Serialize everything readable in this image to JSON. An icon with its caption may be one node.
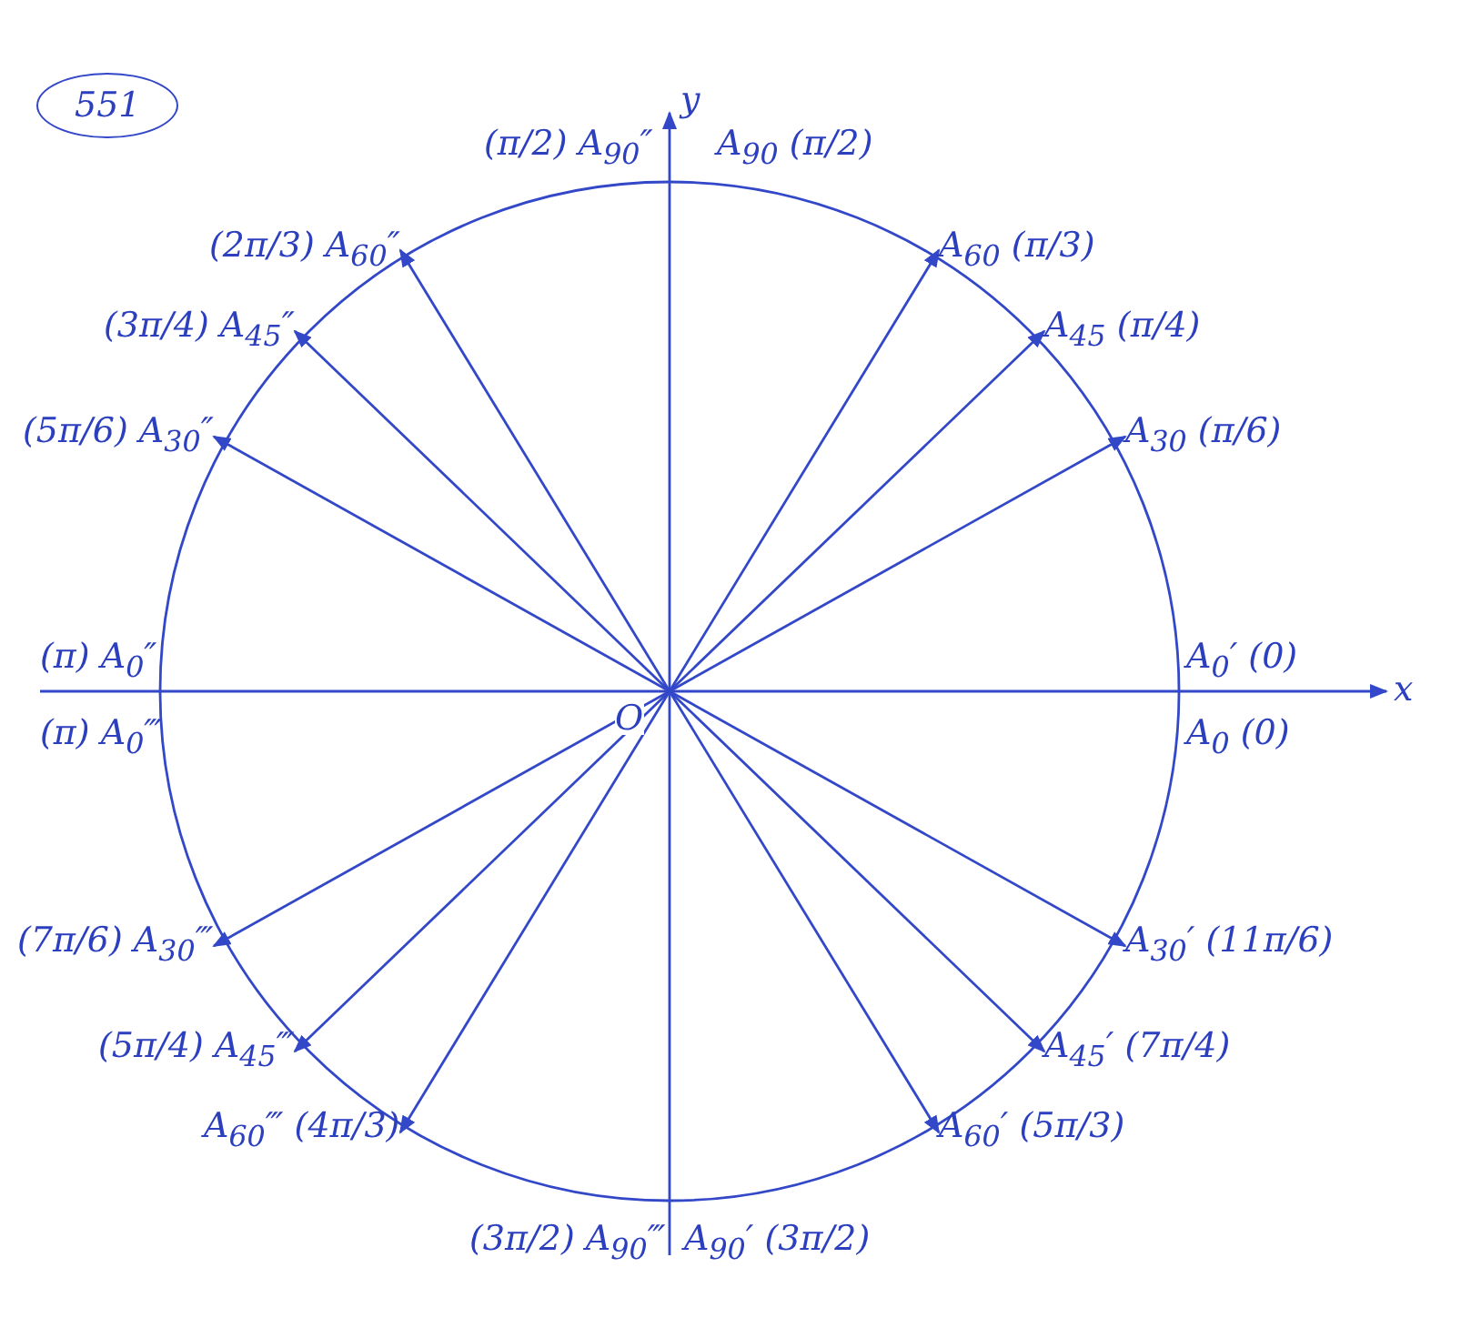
{
  "diagram": {
    "nodes": [
      {
        "text": [
          "551"
        ]
      },
      {
        "text": [
          "(2π/3) A$_{60}$″"
        ]
      },
      {
        "text": [
          "A$_{60}$ (π/3)"
        ]
      },
      {
        "text": [
          "(3π/4) A$_{45}$″"
        ]
      },
      {
        "text": [
          "A$_{45}$ (π/4)"
        ]
      },
      {
        "text": [
          "(5π/6) A$_{30}$″"
        ]
      },
      {
        "text": [
          "A$_{30}$ (π/6)"
        ]
      },
      {
        "text": [
          "O"
        ]
      },
      {
        "text": [
          "(7π/6) A$_{30}$‴"
        ]
      },
      {
        "text": [
          "A$_{30}$′ (11π/6)"
        ]
      },
      {
        "text": [
          "(5π/4) A$_{45}$‴"
        ]
      },
      {
        "text": [
          "A$_{45}$′ (7π/4)"
        ]
      },
      {
        "text": [
          "A$_{60}$‴ (4π/3)"
        ]
      },
      {
        "text": [
          "A$_{60}$′ (5π/3)"
        ]
      }
    ],
    "edges": [
      {
        "from": 7,
        "to": 1,
        "arrow": "to"
      },
      {
        "from": 7,
        "to": 2,
        "arrow": "to"
      },
      {
        "from": 7,
        "to": 3,
        "arrow": "to"
      },
      {
        "from": 7,
        "to": 4,
        "arrow": "to"
      },
      {
        "from": 7,
        "to": 5,
        "arrow": "to"
      },
      {
        "from": 7,
        "to": 6,
        "arrow": "to"
      },
      {
        "from": 7,
        "to": 8,
        "arrow": "to"
      },
      {
        "from": 7,
        "to": 9,
        "arrow": "to"
      },
      {
        "from": 7,
        "to": 10,
        "arrow": "to"
      },
      {
        "from": 7,
        "to": 11,
        "arrow": "to"
      },
      {
        "from": 7,
        "to": 12,
        "arrow": "to"
      },
      {
        "from": 7,
        "to": 13,
        "arrow": "to"
      }
    ],
    "labels": [
      "(π/2) A$_{90}$″",
      "y",
      "A$_{90}$ (π/2)",
      "(π) A$_{0}$″",
      "A$_{0}$′ (0)",
      "x",
      "(π) A$_{0}$‴",
      "A$_{0}$ (0)",
      "(3π/2) A$_{90}$‴",
      "A$_{90}$′ (3π/2)"
    ]
  }
}
